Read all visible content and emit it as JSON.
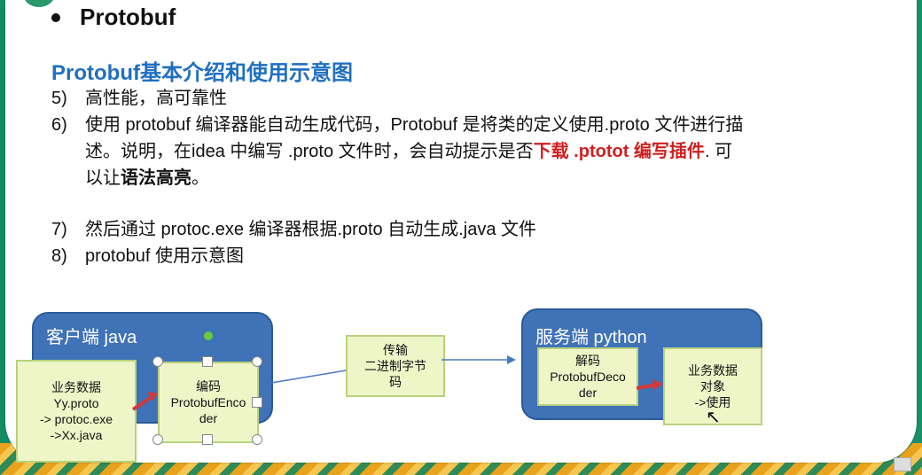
{
  "title": "Protobuf",
  "subtitle": "Protobuf基本介绍和使用示意图",
  "items": {
    "i5": {
      "num": "5)",
      "text": "高性能，高可靠性"
    },
    "i6": {
      "num": "6)",
      "line1": "使用 protobuf 编译器能自动生成代码，Protobuf  是将类的定义使用.proto 文件进行描",
      "line2_pre": "述。说明，在idea 中编写 .proto 文件时，会自动提示是否",
      "line2_red": "下载 .ptotot 编写插件",
      "line2_post": ". 可",
      "line3_pre": "以让",
      "line3_bold": "语法高亮",
      "line3_post": "。"
    },
    "i7": {
      "num": "7)",
      "text": "然后通过 protoc.exe 编译器根据.proto 自动生成.java  文件"
    },
    "i8": {
      "num": "8)",
      "text": "protobuf 使用示意图"
    }
  },
  "diagram": {
    "client_label": "客户端 java",
    "server_label": "服务端 python",
    "business_data": [
      "业务数据",
      "Yy.proto",
      "-> protoc.exe",
      "->Xx.java"
    ],
    "encode": [
      "编码",
      "ProtobufEnco",
      "der"
    ],
    "transfer": [
      "传输",
      "二进制字节",
      "码"
    ],
    "decode": [
      "解码",
      "ProtobufDeco",
      "der"
    ],
    "server_business": [
      "业务数据",
      "对象",
      "->使用"
    ]
  },
  "colors": {
    "accent_blue": "#1f6fc1",
    "box_blue": "#3f72b7",
    "box_green": "#eef6c8",
    "red": "#d01f1f"
  }
}
